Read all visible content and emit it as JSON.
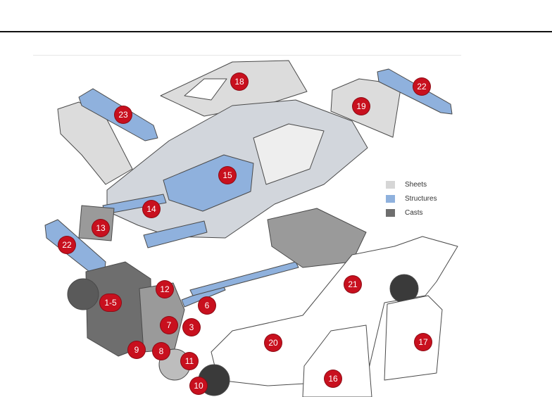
{
  "colors": {
    "sheet": "#d6d6d6",
    "structure": "#8fb1dd",
    "cast": "#6e6e6e",
    "line": "#4a4a4a",
    "callout": "#c8101e"
  },
  "legend": {
    "sheets": "Sheets",
    "structures": "Structures",
    "casts": "Casts"
  },
  "parts": {
    "p1_5": "1-5",
    "p3": "3",
    "p6": "6",
    "p7": "7",
    "p8": "8",
    "p9": "9",
    "p10": "10",
    "p11": "11",
    "p12": "12",
    "p13": "13",
    "p14": "14",
    "p15": "15",
    "p16": "16",
    "p17": "17",
    "p18": "18",
    "p19": "19",
    "p20": "20",
    "p21": "21",
    "p22_rear": "22",
    "p22_front": "22",
    "p23": "23"
  }
}
